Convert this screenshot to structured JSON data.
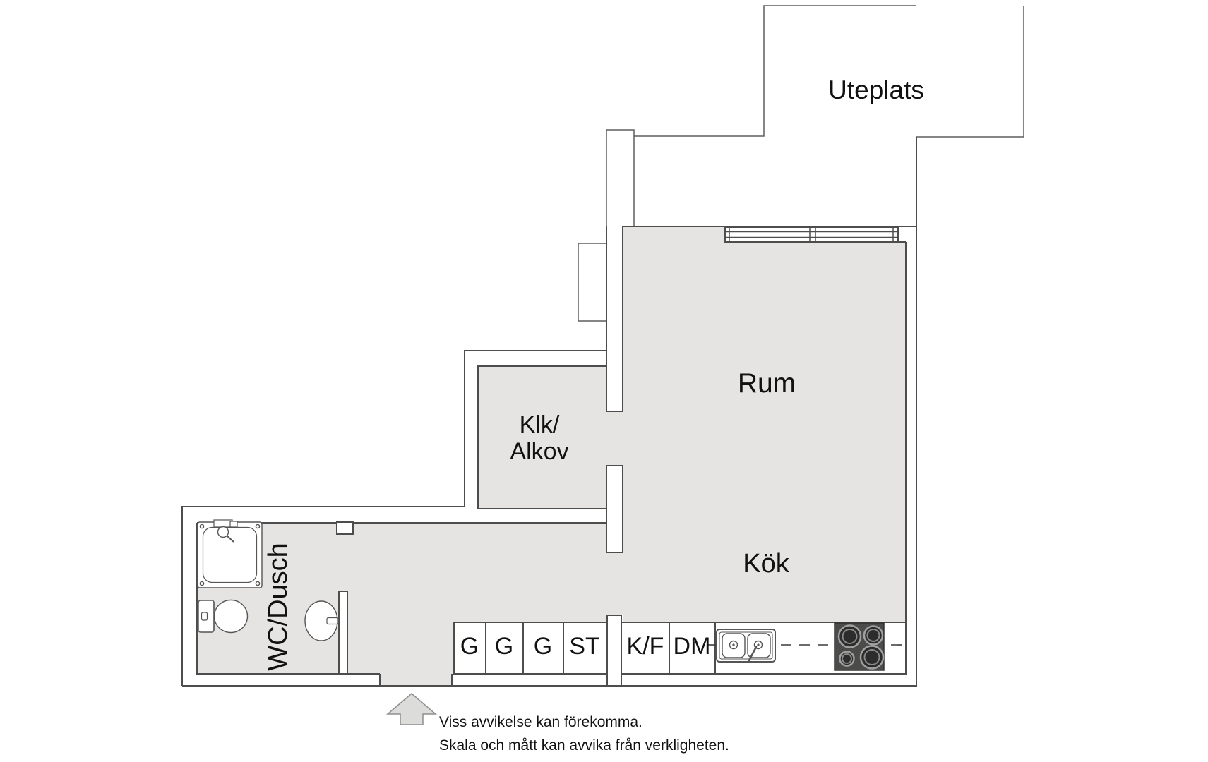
{
  "theme": {
    "bg": "#ffffff",
    "floor-fill": "#e5e4e2",
    "wall-stroke": "#4d4d4d",
    "thin-stroke": "#5f5f5f",
    "fixture-stroke": "#555555",
    "stove-fill": "#4b4b4a",
    "burner-fill": "#2c2c2c",
    "burner-ring": "#a0a0a0",
    "arrow-fill": "#dcdcda",
    "arrow-stroke": "#8f8f8f",
    "text-color": "#111111"
  },
  "rooms": {
    "outdoor": {
      "label": "Uteplats"
    },
    "main": {
      "label": "Rum"
    },
    "closet": {
      "label_line1": "Klk/",
      "label_line2": "Alkov"
    },
    "kitchen": {
      "label": "Kök"
    },
    "bathroom": {
      "label": "WC/Dusch"
    }
  },
  "kitchen": {
    "cabinets": [
      {
        "label": "G"
      },
      {
        "label": "G"
      },
      {
        "label": "G"
      },
      {
        "label": "ST"
      },
      {
        "label": "K/F"
      },
      {
        "label": "DM"
      }
    ]
  },
  "disclaimer": {
    "line1": "Viss avvikelse kan förekomma.",
    "line2": "Skala och mått kan avvika från verkligheten."
  }
}
